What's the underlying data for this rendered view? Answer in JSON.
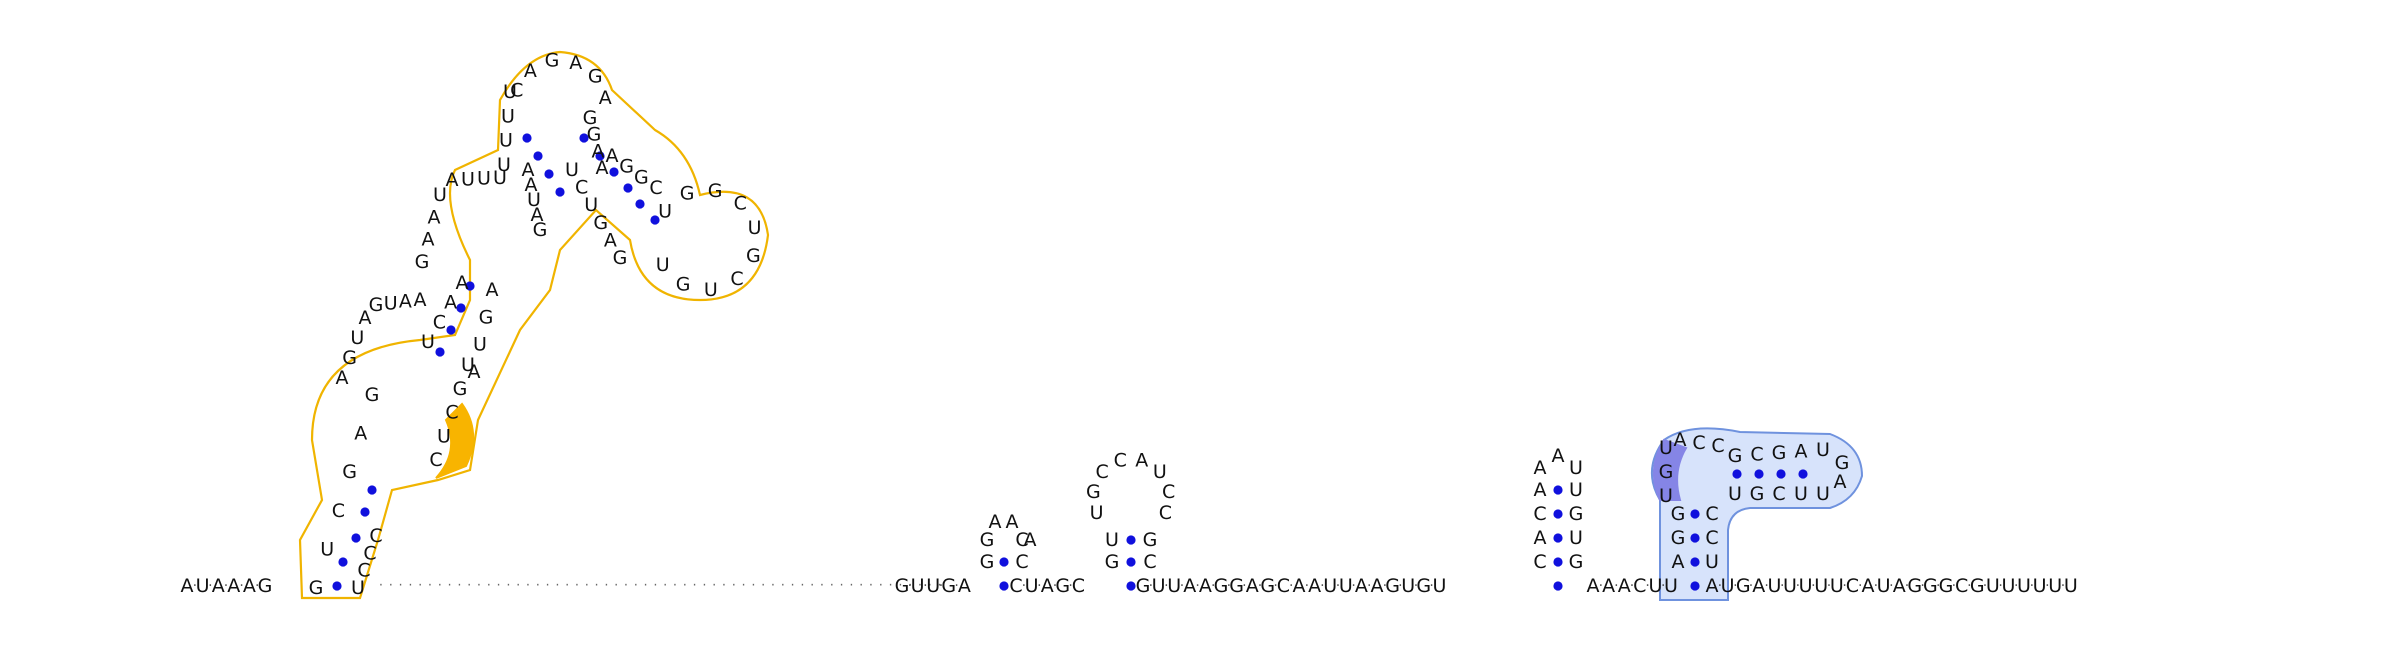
{
  "colors": {
    "pair_dot": "#1010dd",
    "backbone": "#555555",
    "domain_a_outline": "#f0b400",
    "domain_a_fill": "#fbf1cf",
    "domain_a_highlight": "#f8b400",
    "domain_b_outline": "#6f92de",
    "domain_b_fill": "#d7e3fb",
    "domain_b_highlight": "#8585e6"
  },
  "linear_left": {
    "seq": "A·U·A·A·A·G",
    "bases": [
      "A",
      "U",
      "A",
      "A",
      "A",
      "G"
    ]
  },
  "gap_segment": {
    "dots": [
      "·",
      "·",
      "·",
      "·",
      "·",
      "·",
      "·",
      "·",
      "·",
      "·",
      "·",
      "·",
      "·",
      "·",
      "·",
      "·",
      "·",
      "·",
      "·",
      "·",
      "·",
      "·",
      "·",
      "·",
      "·",
      "·",
      "·",
      "·",
      "·",
      "·",
      "·",
      "·",
      "·",
      "·",
      "·",
      "·",
      "·",
      "·",
      "·",
      "·",
      "·",
      "·",
      "·",
      "·",
      "·",
      "·",
      "·",
      "·",
      "·",
      "·",
      "·",
      "·",
      "·",
      "·",
      "·",
      "·",
      "·",
      "·"
    ]
  },
  "segments": [
    {
      "bases": [
        "G",
        "U",
        "U",
        "G",
        "A"
      ]
    },
    {
      "bases": [
        "C",
        "U",
        "A",
        "G",
        "C"
      ]
    },
    {
      "bases": [
        "G",
        "U",
        "U",
        "A",
        "A",
        "G",
        "G",
        "A",
        "G",
        "C",
        "A",
        "A",
        "U",
        "U",
        "A",
        "A",
        "G",
        "U",
        "G",
        "U"
      ]
    },
    {
      "bases": [
        "A",
        "A",
        "A",
        "C",
        "U",
        "U"
      ]
    },
    {
      "bases": [
        "A",
        "U",
        "G",
        "A",
        "U",
        "U",
        "U",
        "U",
        "U",
        "C",
        "A",
        "U",
        "A",
        "G",
        "G",
        "G",
        "C",
        "G",
        "U",
        "U",
        "U",
        "U",
        "U",
        "U"
      ]
    }
  ],
  "hairpin_1": {
    "stem_left": [
      "G",
      "G"
    ],
    "stem_right": [
      "C",
      "C"
    ],
    "loop": [
      "A",
      "A",
      "A"
    ]
  },
  "hairpin_2": {
    "stem_left": [
      "G",
      "U"
    ],
    "stem_right": [
      "C",
      "G"
    ],
    "loop": [
      "U",
      "G",
      "C",
      "C",
      "A",
      "U",
      "C",
      "C"
    ]
  },
  "hairpin_3": {
    "stem_left": [
      "C",
      "A",
      "C",
      "A"
    ],
    "stem_right": [
      "G",
      "U",
      "G",
      "U"
    ],
    "loop": [
      "A",
      "A",
      "U"
    ]
  },
  "domain_b": {
    "stem_left": [
      "A",
      "G",
      "G"
    ],
    "stem_right": [
      "U",
      "C",
      "C"
    ],
    "junction_left": [
      "U",
      "G",
      "U"
    ],
    "junction_top": [
      "A",
      "C",
      "C"
    ],
    "arm_top": [
      "G",
      "C",
      "G",
      "A",
      "U"
    ],
    "arm_bottom": [
      "U",
      "G",
      "C",
      "U",
      "U"
    ],
    "arm_loop": [
      "G",
      "A"
    ]
  },
  "domain_a": {
    "base_left": [
      "G",
      "U",
      "C",
      "G",
      "A",
      "G"
    ],
    "base_right": [
      "U",
      "C",
      "C",
      "C"
    ],
    "loop1_left": [
      "A",
      "G",
      "U",
      "A"
    ],
    "loop1_top": [
      "G",
      "U",
      "A",
      "A"
    ],
    "loop1_right": [
      "C",
      "U",
      "C",
      "G",
      "U"
    ],
    "loop1_right_highlight": [
      "C",
      "U",
      "C"
    ],
    "stem2_left": [
      "U",
      "C",
      "A",
      "A"
    ],
    "stem2_right": [
      "A",
      "U",
      "G",
      "A"
    ],
    "loop2_left": [
      "G",
      "A",
      "A",
      "U"
    ],
    "loop2_top": [
      "A",
      "U",
      "U",
      "U"
    ],
    "loop2_right": [
      "G",
      "A",
      "U",
      "A",
      "A"
    ],
    "stem3_left": [
      "U",
      "U",
      "U",
      "U"
    ],
    "loop3": [
      "C",
      "A",
      "G",
      "A",
      "G",
      "A"
    ],
    "stem3_right": [
      "G",
      "G",
      "A",
      "A"
    ],
    "arm_left": [
      "U",
      "C",
      "U",
      "G",
      "A",
      "G"
    ],
    "arm_right": [
      "A",
      "G",
      "G",
      "C"
    ],
    "arm_loop": [
      "U",
      "G",
      "G",
      "C",
      "U",
      "G",
      "C",
      "U",
      "G",
      "U"
    ]
  }
}
